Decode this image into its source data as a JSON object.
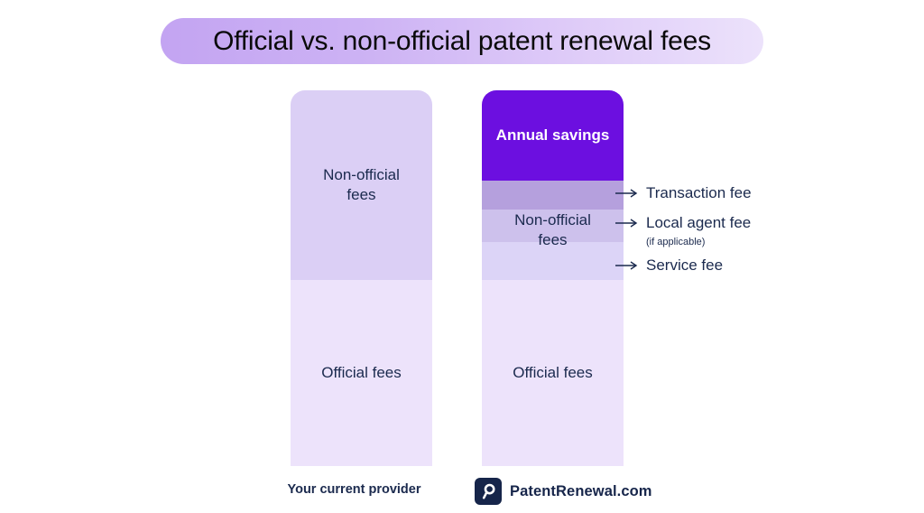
{
  "title": {
    "text": "Official vs. non-official patent renewal fees"
  },
  "chart_data": {
    "type": "bar",
    "title": "Official vs. non-official patent renewal fees",
    "xlabel": "",
    "ylabel": "",
    "orientation": "vertical-stacked",
    "categories": [
      "Your current provider",
      "PatentRenewal.com"
    ],
    "series": [
      {
        "name": "Official fees",
        "values": [
          206,
          206
        ],
        "color": "#ede3fb"
      },
      {
        "name": "Non-official fees",
        "values": [
          210,
          110
        ],
        "color": "#dbcff5",
        "breakdown_right_bar": [
          {
            "label": "Transaction fee",
            "value": 32,
            "color": "#b5a0dd"
          },
          {
            "label": "Local agent fee",
            "value": 36,
            "color": "#cdc1ec"
          },
          {
            "label": "Service fee",
            "value": 42,
            "color": "#dcd4f7"
          }
        ]
      },
      {
        "name": "Annual savings",
        "values": [
          0,
          100
        ],
        "color": "#6c0fe0"
      }
    ],
    "legend": "none",
    "grid": false,
    "annotations": [
      "Transaction fee",
      "Local agent fee (if applicable)",
      "Service fee"
    ]
  },
  "bars": {
    "left": {
      "caption": "Your current provider",
      "segments": [
        {
          "label_line1": "Non-official",
          "label_line2": "fees",
          "color": "#dbcff5"
        },
        {
          "label_line1": "Official fees",
          "label_line2": "",
          "color": "#ede3fb"
        }
      ]
    },
    "right": {
      "caption": "PatentRenewal.com",
      "savings_label": "Annual savings",
      "nonofficial_label_line1": "Non-official",
      "nonofficial_label_line2": "fees",
      "official_label": "Official fees"
    }
  },
  "callouts": [
    {
      "label": "Transaction fee",
      "sub": ""
    },
    {
      "label": "Local agent fee",
      "sub": "(if applicable)"
    },
    {
      "label": "Service fee",
      "sub": ""
    }
  ],
  "logo": {
    "icon": "magnifier-p-icon",
    "wordmark": "PatentRenewal.com"
  },
  "colors": {
    "accent_purple": "#6c0fe0",
    "band_1": "#b5a0dd",
    "band_2": "#cdc1ec",
    "band_3": "#dcd4f7",
    "nonofficial_left": "#dbcff5",
    "official": "#ede3fb",
    "text_navy": "#1b2a4e",
    "title_gradient_start": "#c3a4f2",
    "title_gradient_end": "#ece2fb"
  }
}
